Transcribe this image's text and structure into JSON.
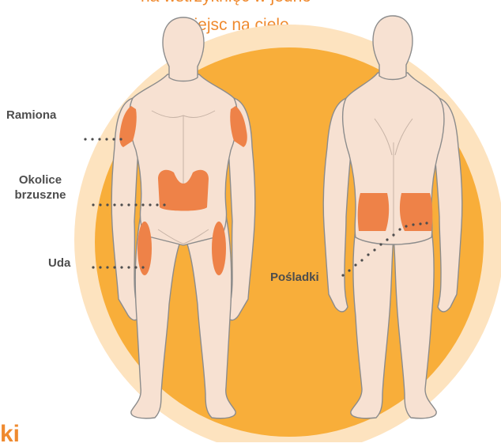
{
  "intro_text": {
    "line1": "na wstrzyknięć w jedno",
    "line2": "miejsc na ciele."
  },
  "labels": {
    "arms": "Ramiona",
    "abdomen_line1": "Okolice",
    "abdomen_line2": "brzuszne",
    "thighs": "Uda",
    "buttocks": "Pośladki"
  },
  "bottom_title": "ki",
  "colors": {
    "text_orange": "#ef8a2f",
    "circle_outer": "#fde3bf",
    "circle_inner": "#f8ae3a",
    "body_skin": "#f7e1d2",
    "body_outline": "#8c8c8c",
    "injection_zone": "#ee8248",
    "label_text": "#4d4d4d"
  }
}
